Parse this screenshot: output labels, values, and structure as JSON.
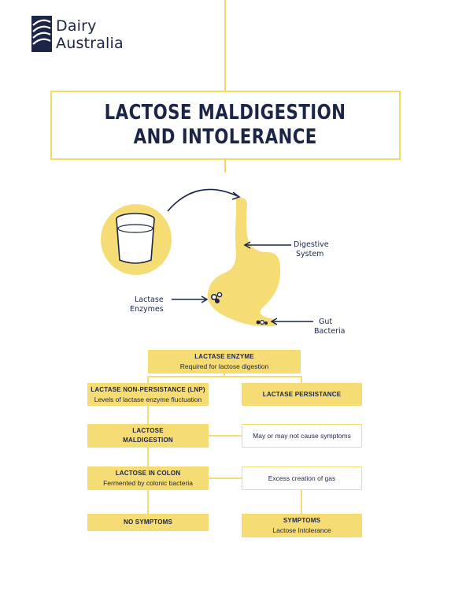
{
  "brand": {
    "name_line1": "Dairy",
    "name_line2": "Australia",
    "navy": "#1b2548",
    "yellow": "#f5dc74"
  },
  "title": {
    "line1": "LACTOSE MALDIGESTION",
    "line2": "AND INTOLERANCE"
  },
  "illustration": {
    "digestive_label_1": "Digestive",
    "digestive_label_2": "System",
    "enzymes_label_1": "Lactase",
    "enzymes_label_2": "Enzymes",
    "bacteria_label_1": "Gut",
    "bacteria_label_2": "Bacteria",
    "icons": [
      "glass-of-milk-icon",
      "stomach-icon"
    ]
  },
  "flowchart": {
    "lactase_enzyme": {
      "title": "LACTASE ENZYME",
      "subtitle": "Required for lactose digestion"
    },
    "non_persistance": {
      "title": "LACTASE NON-PERSISTANCE (LNP)",
      "subtitle": "Levels of lactase enzyme fluctuation"
    },
    "persistance": {
      "title": "LACTASE PERSISTANCE"
    },
    "maldigestion": {
      "title_line1": "LACTOSE",
      "title_line2": "MALDIGESTION"
    },
    "may_not": {
      "text": "May or may not cause symptoms"
    },
    "in_colon": {
      "title": "LACTOSE IN COLON",
      "subtitle": "Fermented by colonic bacteria"
    },
    "gas": {
      "text": "Excess creation of gas"
    },
    "no_symptoms": {
      "title": "NO SYMPTOMS"
    },
    "symptoms": {
      "title": "SYMPTOMS",
      "subtitle": "Lactose Intolerance"
    }
  }
}
